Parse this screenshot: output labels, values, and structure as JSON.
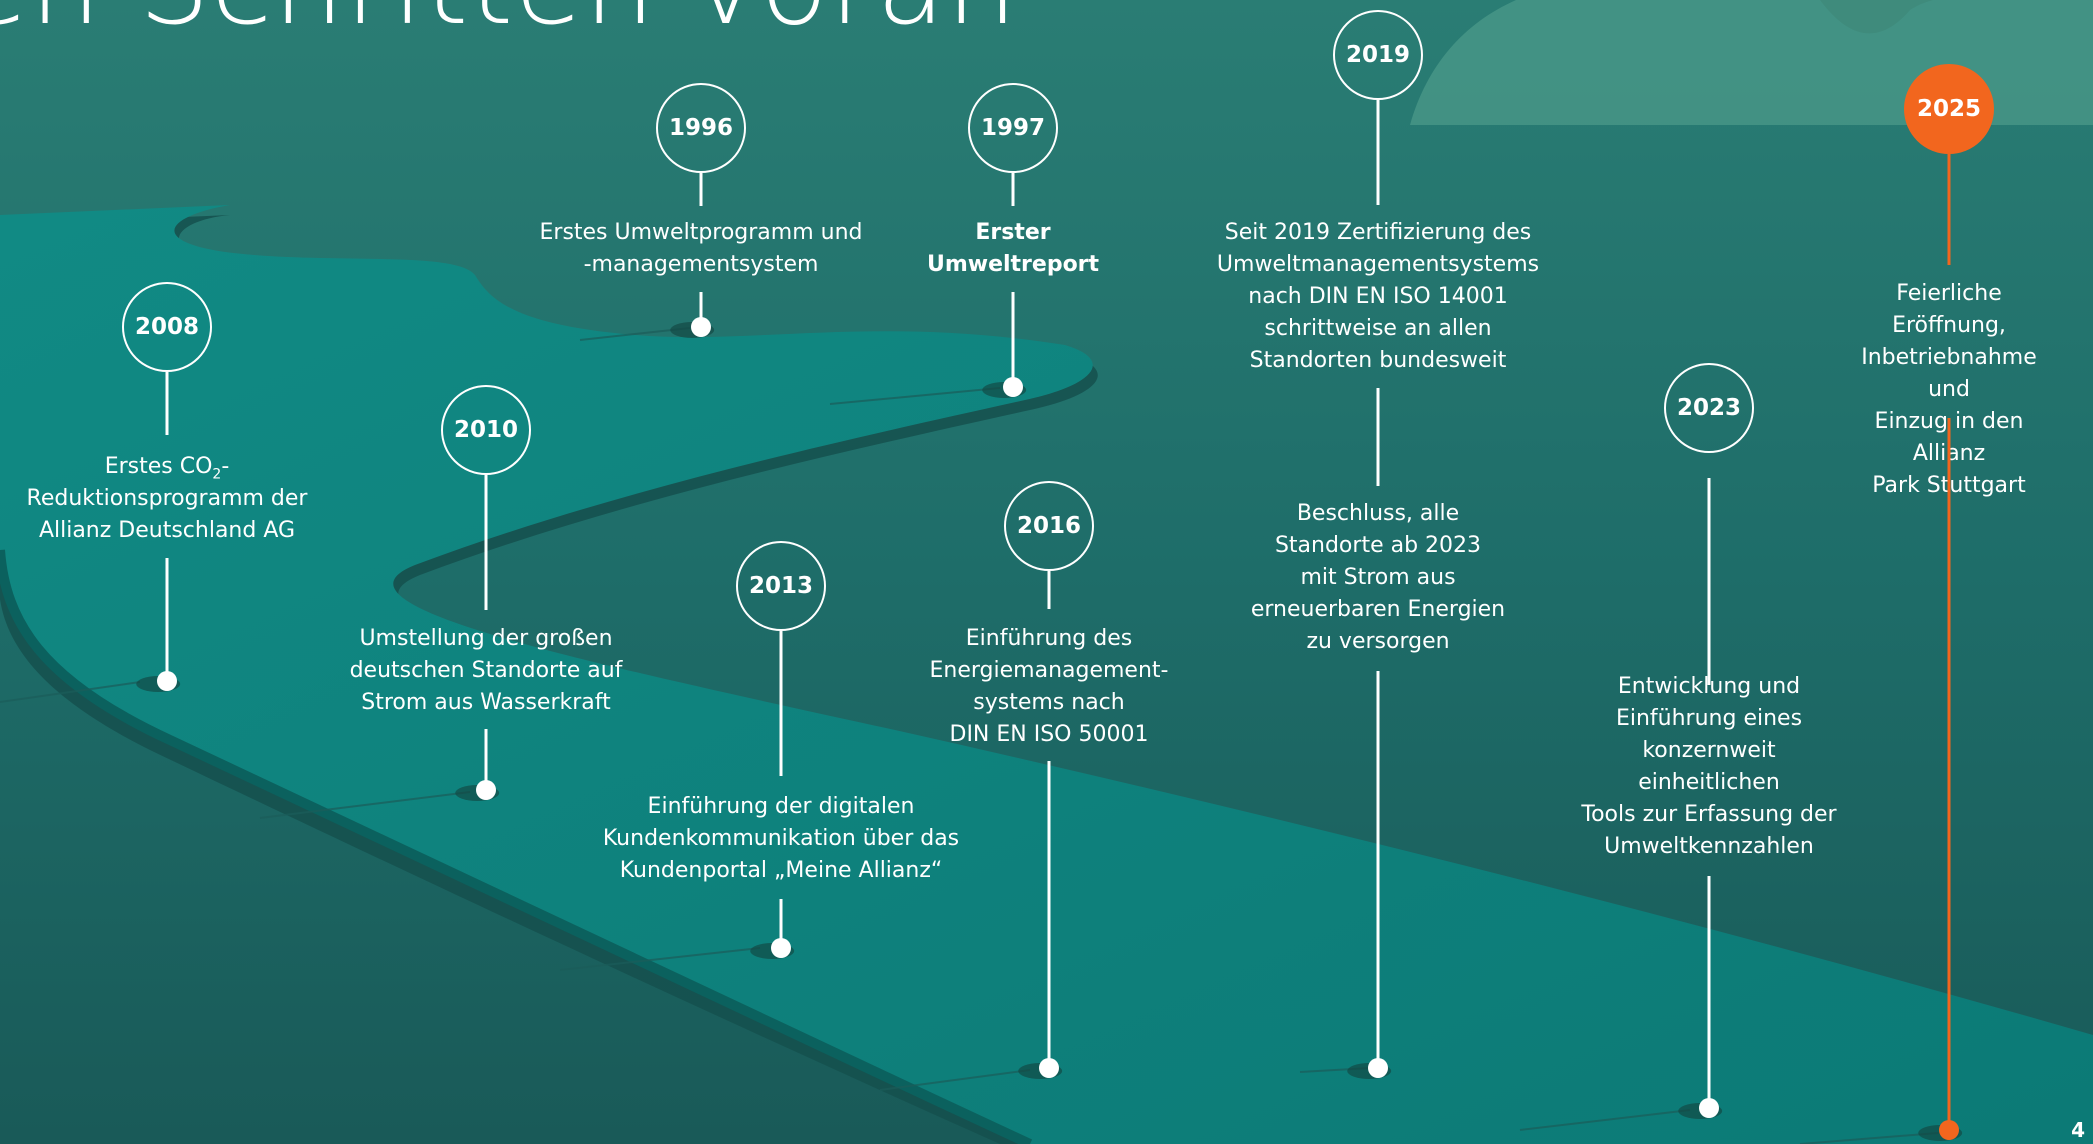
{
  "headline": "en Schritten voran",
  "page_number": "4",
  "colors": {
    "background": "#1d6a67",
    "road": "#0f7f7a",
    "accent_orange": "#f2661e",
    "line_white": "#ffffff"
  },
  "milestones": [
    {
      "id": "2008",
      "year": "2008",
      "text": ""
    },
    {
      "id": "1996",
      "year": "1996",
      "text": "Erstes Umweltprogramm und\n-managementsystem"
    },
    {
      "id": "1997",
      "year": "1997",
      "text": "Erster\nUmweltreport"
    },
    {
      "id": "2010",
      "year": "2010",
      "text": "Umstellung der großen\ndeutschen Standorte auf\nStrom aus Wasserkraft"
    },
    {
      "id": "2013",
      "year": "2013",
      "text": "Einführung der digitalen\nKundenkommunikation über das\nKundenportal „Meine Allianz“"
    },
    {
      "id": "2016",
      "year": "2016",
      "text": "Einführung des\nEnergiemanagement-\nsystems nach\nDIN EN ISO 50001"
    },
    {
      "id": "2019",
      "year": "2019",
      "text": "Seit 2019 Zertifizierung des\nUmweltmanagementsystems\nnach DIN EN ISO 14001\nschrittweise an allen\nStandorten bundesweit"
    },
    {
      "id": "2023",
      "year": "2023",
      "text": "Entwicklung und\nEinführung eines\nkonzernweit\neinheitlichen\nTools zur Erfassung  der\nUmweltkennzahlen"
    },
    {
      "id": "2025",
      "year": "2025",
      "text": "Feierliche Eröffnung,\nInbetriebnahme und\nEinzug in den Allianz\nPark Stuttgart"
    }
  ],
  "co2_text": {
    "line1_prefix": "Erstes CO",
    "line1_sub": "2",
    "line1_suffix": "-",
    "line2": "Reduktionsprogramm der",
    "line3": "Allianz Deutschland AG"
  },
  "extra_text": {
    "beschluss_2023": "Beschluss, alle\nStandorte ab 2023\nmit Strom aus\nerneuerbaren Energien\nzu versorgen"
  }
}
